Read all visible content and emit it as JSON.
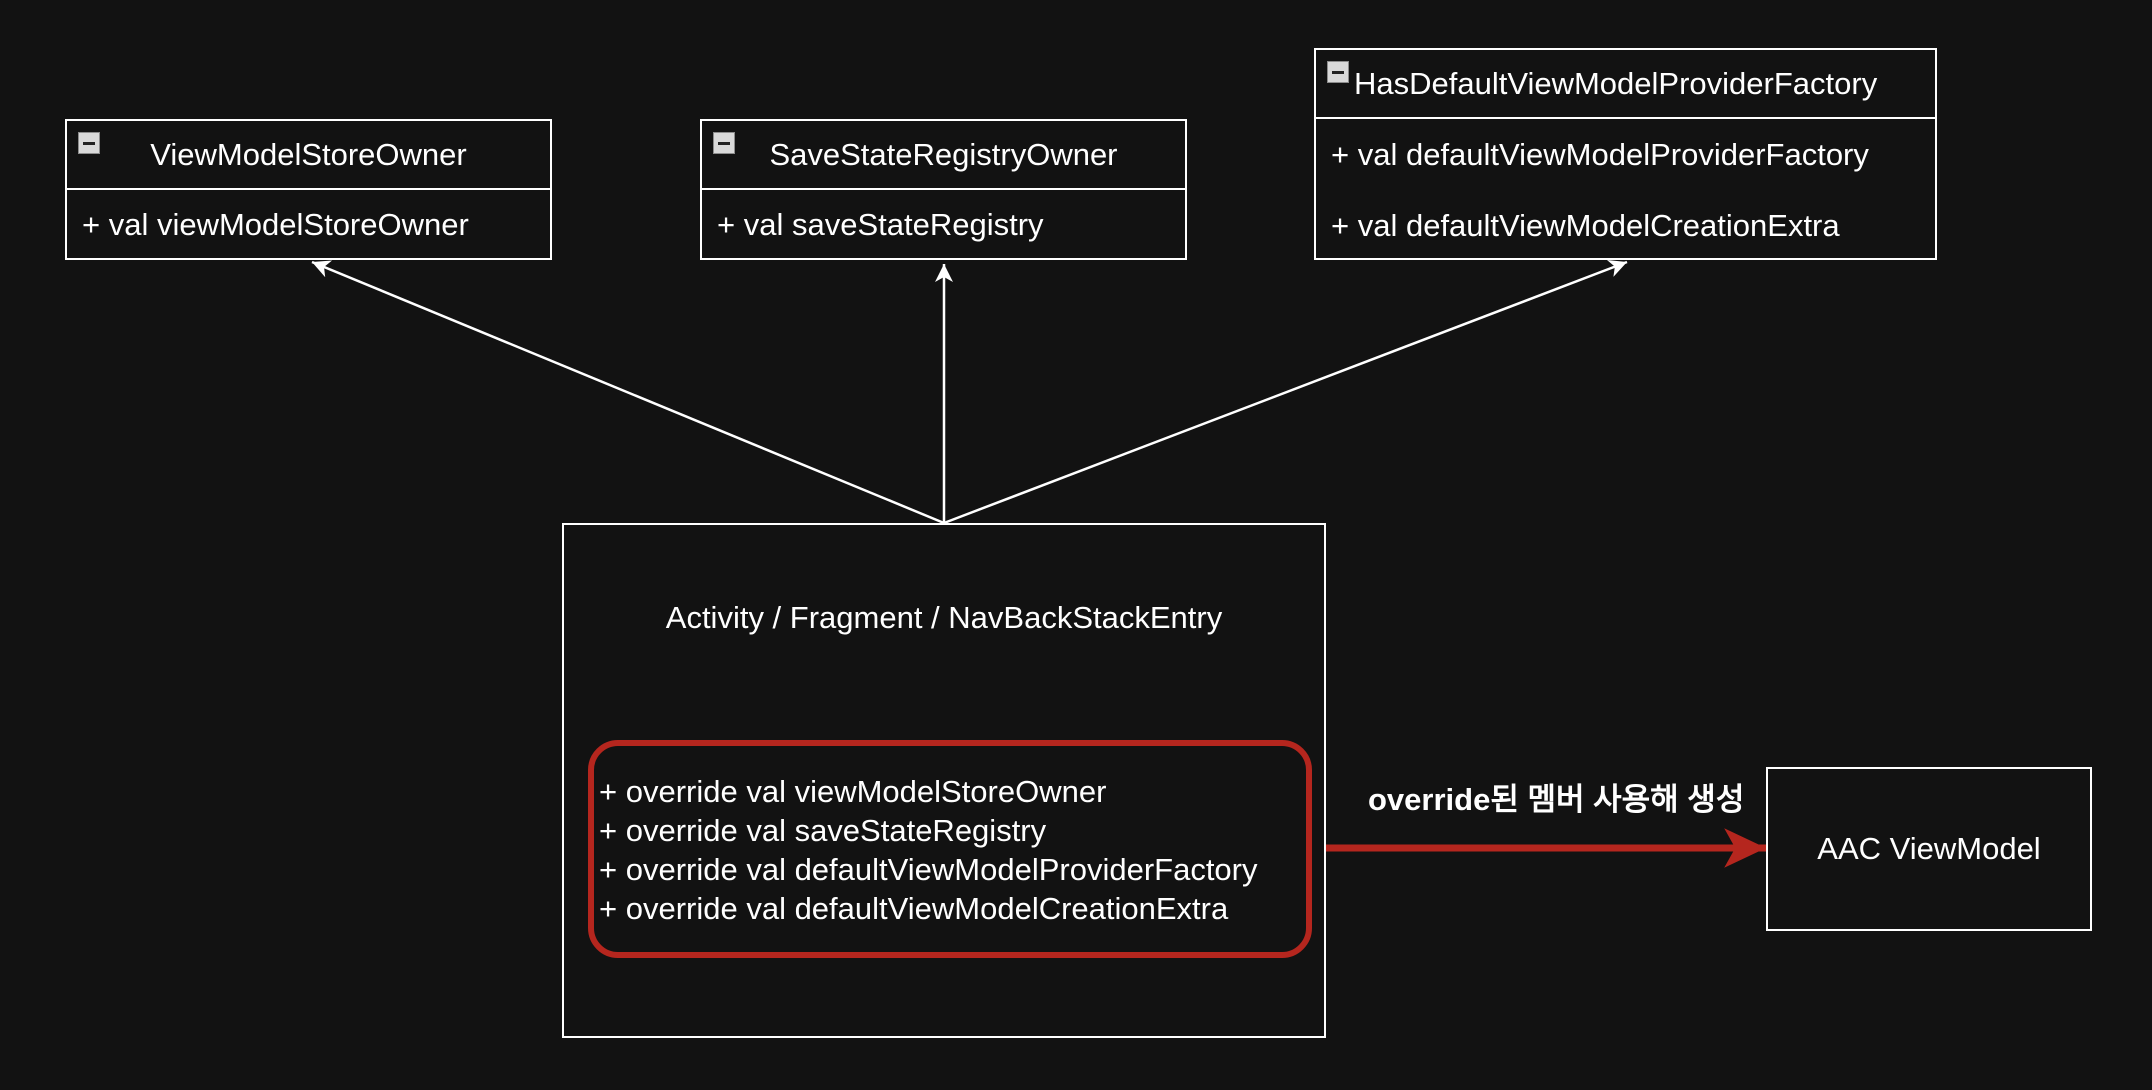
{
  "interfaces": [
    {
      "name": "ViewModelStoreOwner",
      "attributes": [
        "+ val viewModelStoreOwner"
      ]
    },
    {
      "name": "SaveStateRegistryOwner",
      "attributes": [
        "+ val saveStateRegistry"
      ]
    },
    {
      "name": "HasDefaultViewModelProviderFactory",
      "attributes": [
        "+ val defaultViewModelProviderFactory",
        "+ val defaultViewModelCreationExtra"
      ]
    }
  ],
  "implementor": {
    "title": "Activity / Fragment / NavBackStackEntry",
    "overrides": [
      "+ override val viewModelStoreOwner",
      "+ override val saveStateRegistry",
      "+ override val defaultViewModelProviderFactory",
      "+ override val defaultViewModelCreationExtra"
    ]
  },
  "creation_edge": {
    "label": "override된 멤버 사용해 생성"
  },
  "target": {
    "name": "AAC ViewModel"
  },
  "colors": {
    "background": "#121212",
    "line": "#ffffff",
    "highlight": "#b5261e"
  },
  "icons": {
    "collapse": "collapse-minus-icon"
  }
}
